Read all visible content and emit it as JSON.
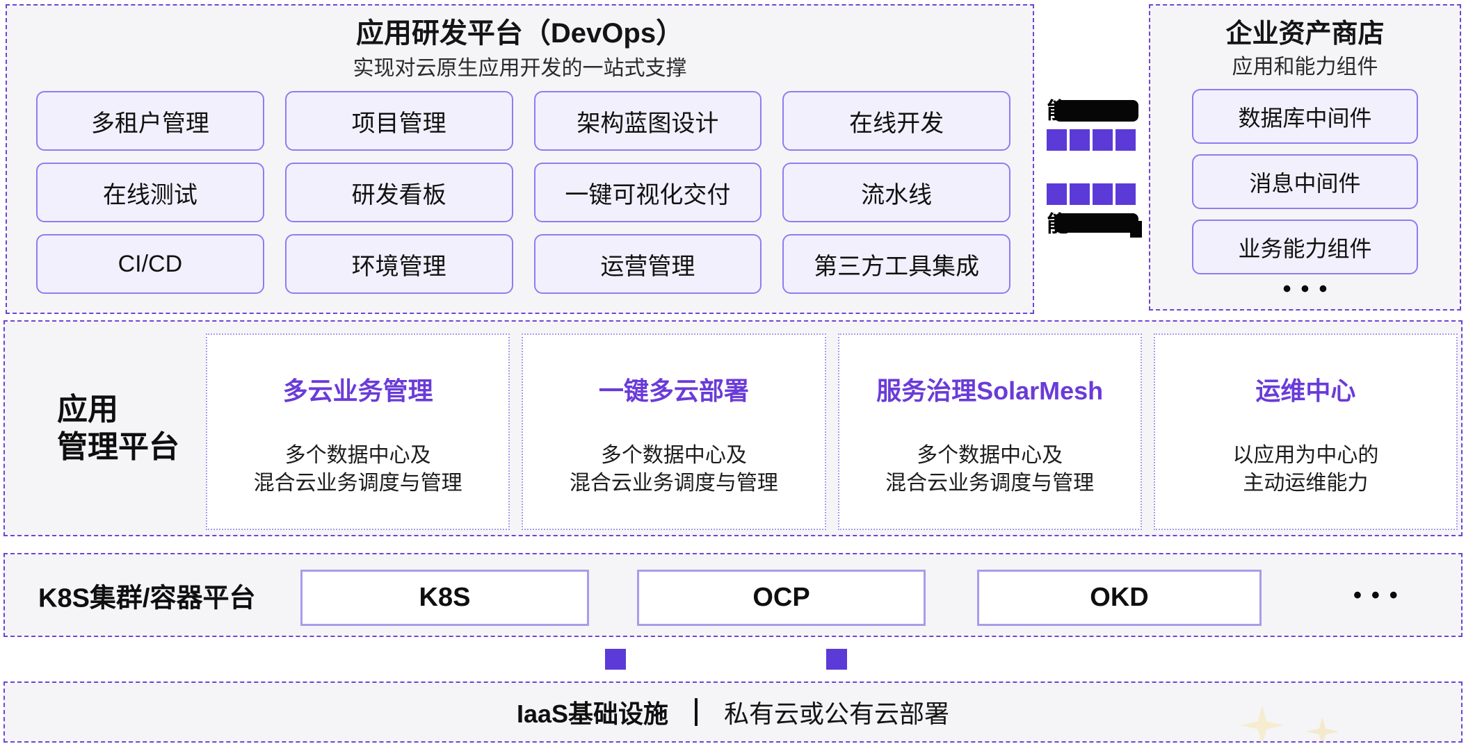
{
  "devops_platform": {
    "title": "应用研发平台（DevOps）",
    "subtitle": "实现对云原生应用开发的一站式支撑",
    "modules": [
      "多租户管理",
      "项目管理",
      "架构蓝图设计",
      "在线开发",
      "在线测试",
      "研发看板",
      "一键可视化交付",
      "流水线",
      "CI/CD",
      "环境管理",
      "运营管理",
      "第三方工具集成"
    ]
  },
  "capability_link": {
    "top_visible_char": "能",
    "bottom_visible_char": "能"
  },
  "asset_store": {
    "title": "企业资产商店",
    "subtitle": "应用和能力组件",
    "items": [
      "数据库中间件",
      "消息中间件",
      "业务能力组件"
    ],
    "more": "•••"
  },
  "app_management": {
    "label_line1": "应用",
    "label_line2": "管理平台",
    "cards": [
      {
        "title": "多云业务管理",
        "desc1": "多个数据中心及",
        "desc2": "混合云业务调度与管理"
      },
      {
        "title": "一键多云部署",
        "desc1": "多个数据中心及",
        "desc2": "混合云业务调度与管理"
      },
      {
        "title": "服务治理SolarMesh",
        "desc1": "多个数据中心及",
        "desc2": "混合云业务调度与管理"
      },
      {
        "title": "运维中心",
        "desc1": "以应用为中心的",
        "desc2": "主动运维能力"
      }
    ]
  },
  "container_platform": {
    "label": "K8S集群/容器平台",
    "items": [
      "K8S",
      "OCP",
      "OKD"
    ],
    "more": "•••"
  },
  "iaas": {
    "title": "IaaS基础设施",
    "subtitle": "私有云或公有云部署"
  },
  "colors": {
    "accent_purple": "#6a3bd8",
    "square_purple": "#5b3ad8",
    "dashed_border": "#6f43d4",
    "chip_border": "#8f7cf0",
    "panel_bg": "#f5f5f8",
    "sparkle_cream": "#f6ecd0"
  }
}
